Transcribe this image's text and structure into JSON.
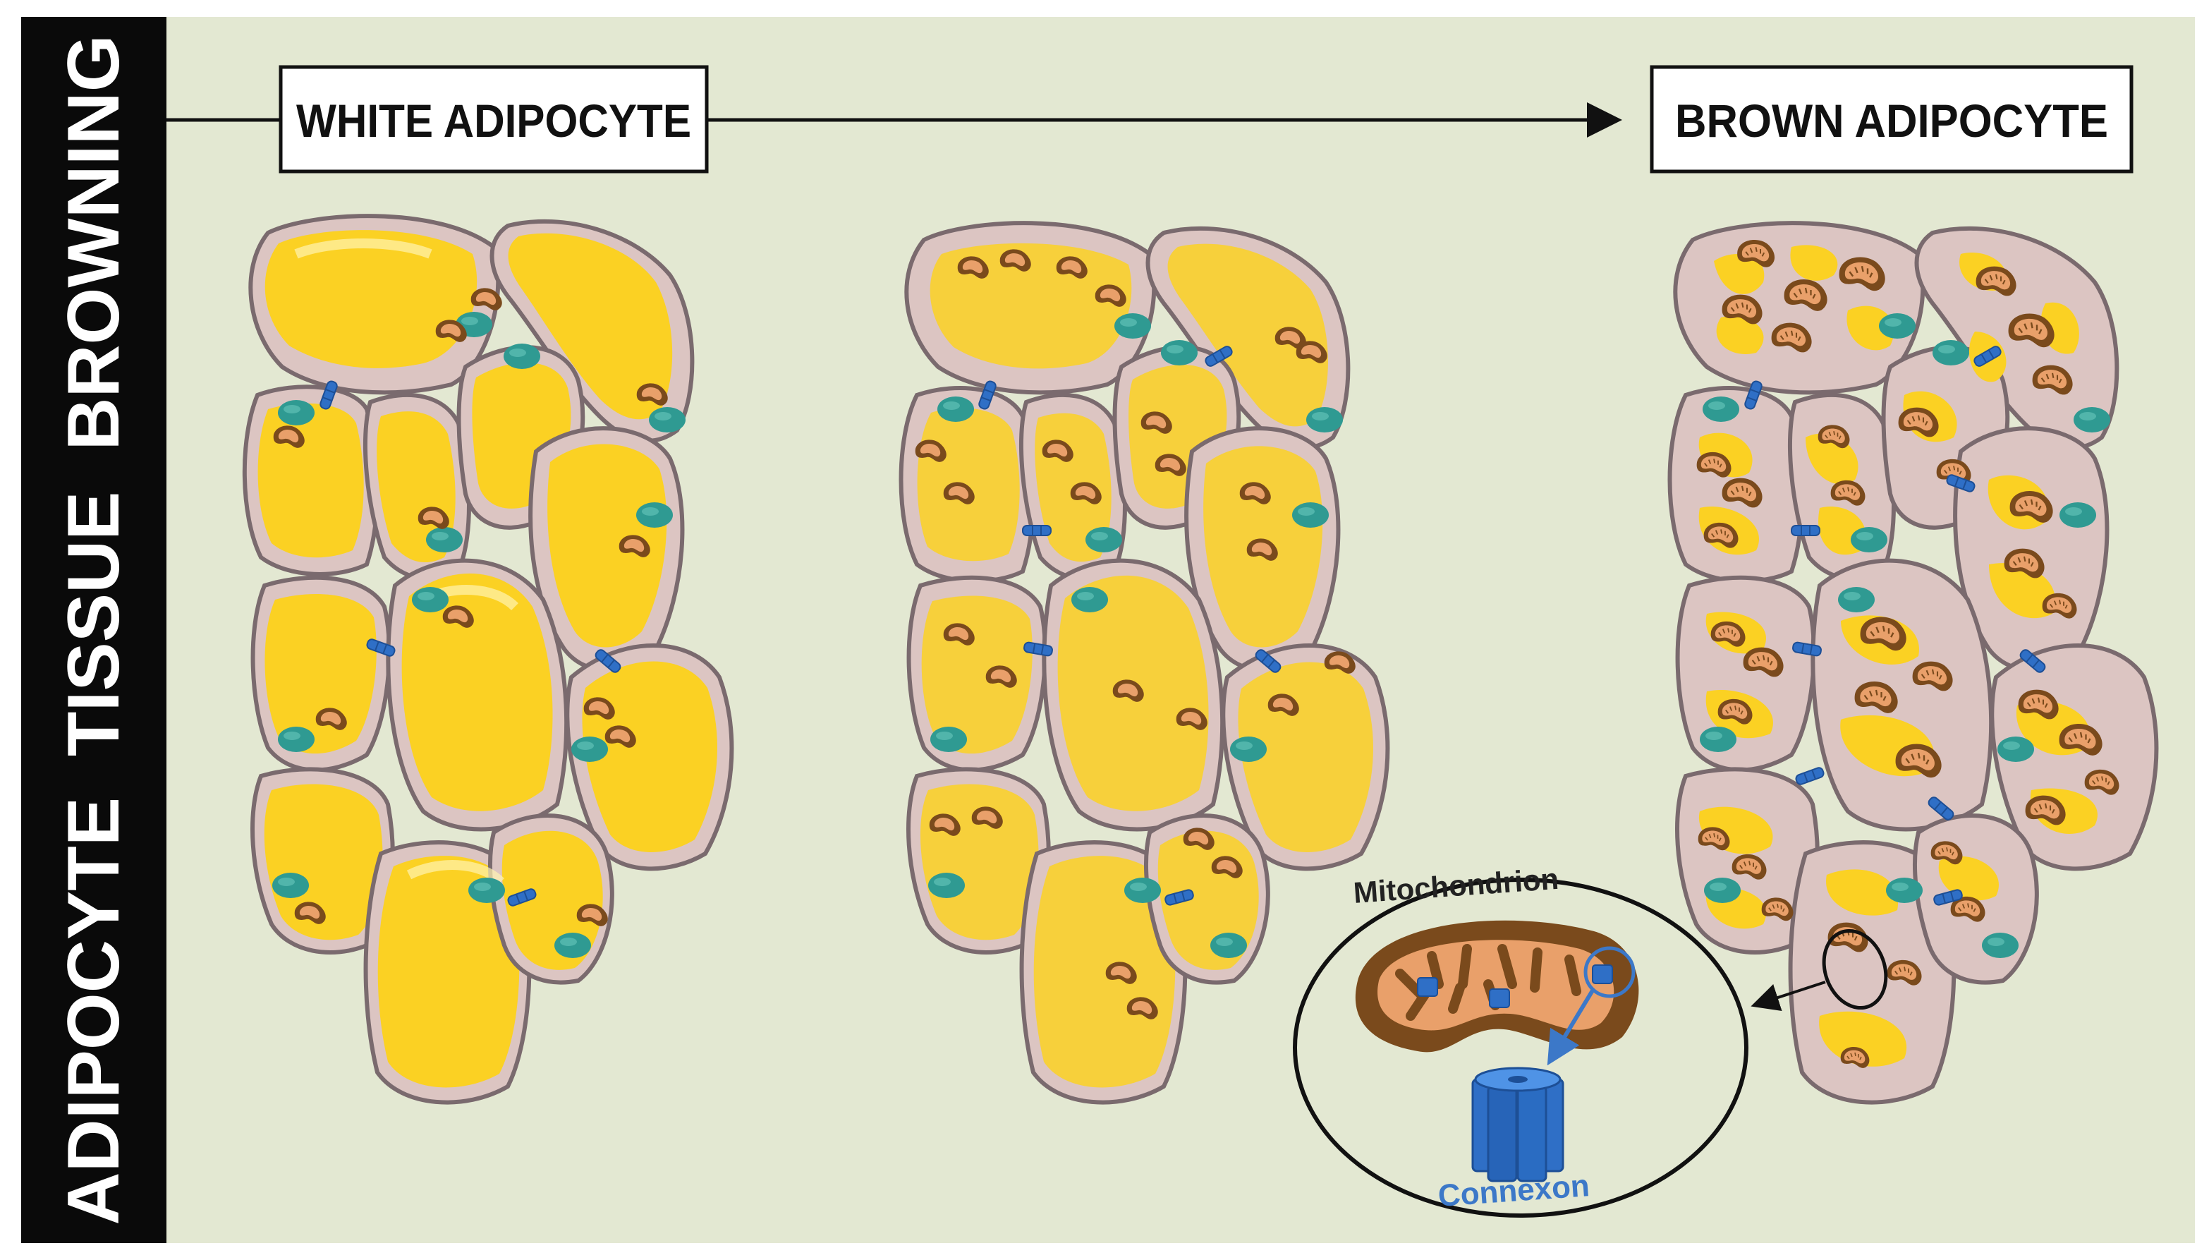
{
  "sidebar": {
    "title": "ADIPOCYTE  TISSUE  BROWNING"
  },
  "header": {
    "start_label": "WHITE ADIPOCYTE",
    "end_label": "BROWN ADIPOCYTE"
  },
  "inset": {
    "mitochondrion_label": "Mitochondrion",
    "connexon_label": "Connexon"
  },
  "colors": {
    "background": "#e3e8d2",
    "sidebar": "#0a0a0a",
    "fat": "#fbd123",
    "cytoplasm": "#dcc5c2",
    "membrane": "#7a6a6e",
    "nucleus": "#2f9a92",
    "mitochondrion_outer": "#7a4a1c",
    "mitochondrion_inner": "#e9a06a",
    "connexon": "#2f6fc6",
    "connexon_label": "#3c78c8"
  },
  "icons": {
    "connexon": "connexon-icon",
    "mitochondrion": "mitochondrion-icon",
    "nucleus": "nucleus-icon"
  }
}
